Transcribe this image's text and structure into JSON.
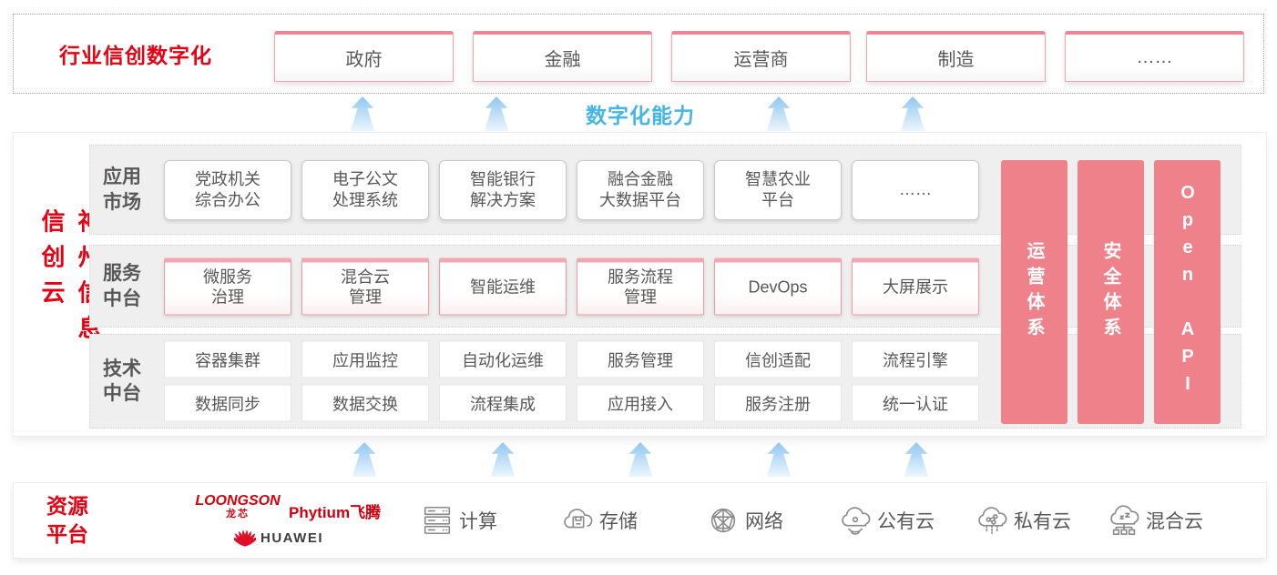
{
  "colors": {
    "brand_red": "#e60012",
    "pink_bar": "#ee818a",
    "capability_blue": "#45b5e8",
    "card_text": "#595757"
  },
  "top_banner": {
    "label": "行业信创数字化",
    "industries": [
      "政府",
      "金融",
      "运营商",
      "制造",
      "……"
    ]
  },
  "capability": {
    "label": "数字化能力"
  },
  "main": {
    "title": "神州信息信创云",
    "rows": [
      {
        "label": "应用\n市场",
        "cards": [
          "党政机关\n综合办公",
          "电子公文\n处理系统",
          "智能银行\n解决方案",
          "融合金融\n大数据平台",
          "智慧农业\n平台",
          "……"
        ]
      },
      {
        "label": "服务\n中台",
        "cards": [
          "微服务\n治理",
          "混合云\n管理",
          "智能运维",
          "服务流程\n管理",
          "DevOps",
          "大屏展示"
        ]
      },
      {
        "label": "技术\n中台",
        "cards_row1": [
          "容器集群",
          "应用监控",
          "自动化运维",
          "服务管理",
          "信创适配",
          "流程引擎"
        ],
        "cards_row2": [
          "数据同步",
          "数据交换",
          "流程集成",
          "应用接入",
          "服务注册",
          "统一认证"
        ]
      }
    ],
    "side_bars": [
      "运营体系",
      "安全体系",
      "Open API"
    ]
  },
  "resource": {
    "label": "资源\n平台",
    "logos": {
      "loongson_name": "LOONGSON",
      "loongson_sub": "龙芯",
      "phytium_name": "Phytium",
      "phytium_sub": "飞腾",
      "huawei_name": "HUAWEI"
    },
    "items": [
      {
        "icon": "compute-icon",
        "label": "计算"
      },
      {
        "icon": "storage-icon",
        "label": "存储"
      },
      {
        "icon": "network-icon",
        "label": "网络"
      },
      {
        "icon": "public-cloud-icon",
        "label": "公有云"
      },
      {
        "icon": "private-cloud-icon",
        "label": "私有云"
      },
      {
        "icon": "hybrid-cloud-icon",
        "label": "混合云"
      }
    ]
  }
}
